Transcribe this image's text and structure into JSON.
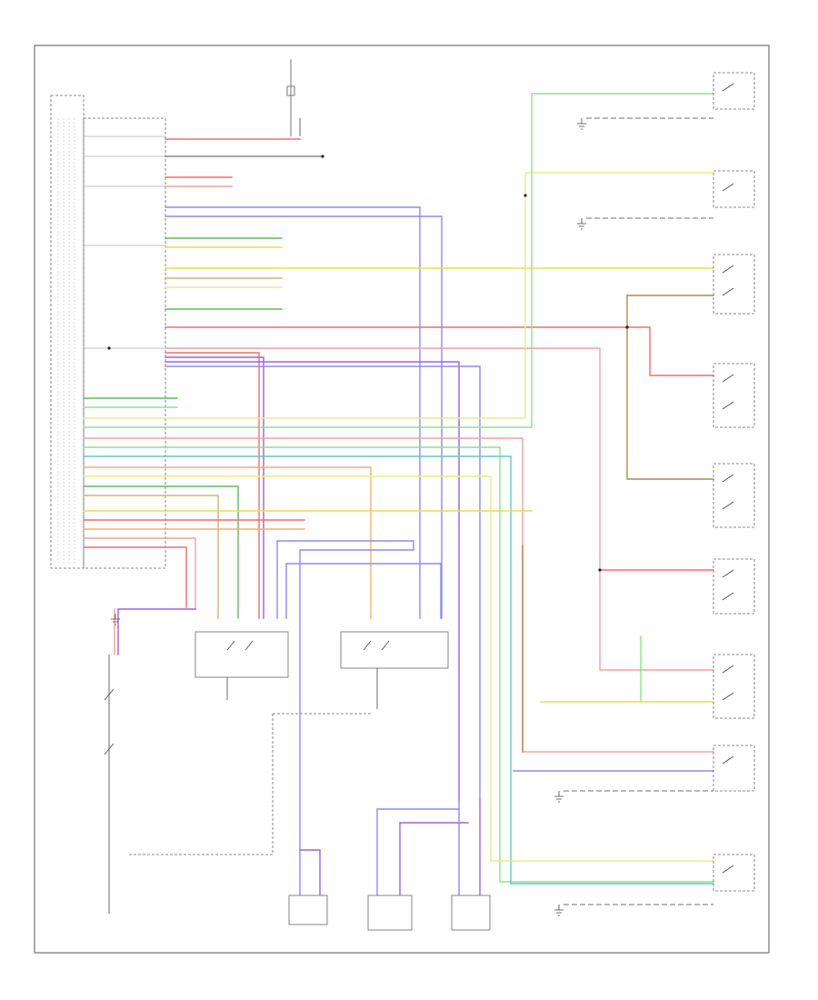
{
  "diagram": {
    "corner_code": "",
    "modules": [
      {
        "id": "main-ecu",
        "name": ""
      },
      {
        "id": "left-front-motor",
        "name": ""
      },
      {
        "id": "right-front-motor",
        "name": ""
      },
      {
        "id": "left-rear-motor",
        "name": ""
      },
      {
        "id": "right-rear-motor",
        "name": ""
      },
      {
        "id": "right-rear-motor-2",
        "name": ""
      }
    ],
    "switches": [
      {
        "id": "sw-rear-1",
        "name": ""
      },
      {
        "id": "sw-rear-2",
        "name": ""
      },
      {
        "id": "sw-left-front-door",
        "name": ""
      },
      {
        "id": "sw-left-rear-door",
        "name": ""
      },
      {
        "id": "sw-right-front-door",
        "name": ""
      },
      {
        "id": "sw-right-rear-door",
        "name": ""
      },
      {
        "id": "sw-rear-door-lower",
        "name": ""
      },
      {
        "id": "sw-key",
        "name": ""
      }
    ],
    "wire_colors": {
      "red": "#f26d6d",
      "pink": "#f5a0a0",
      "yellow": "#e6e04a",
      "lightyellow": "#eee98c",
      "green": "#8fe08f",
      "darkgreen": "#58c058",
      "blue": "#8c8cf0",
      "purple": "#a060d8",
      "orange": "#f0b070",
      "tan": "#d8b070",
      "brown": "#b08848",
      "gray": "#888888",
      "black": "#444444",
      "teal": "#60c8c0",
      "violet": "#c090e0"
    }
  }
}
